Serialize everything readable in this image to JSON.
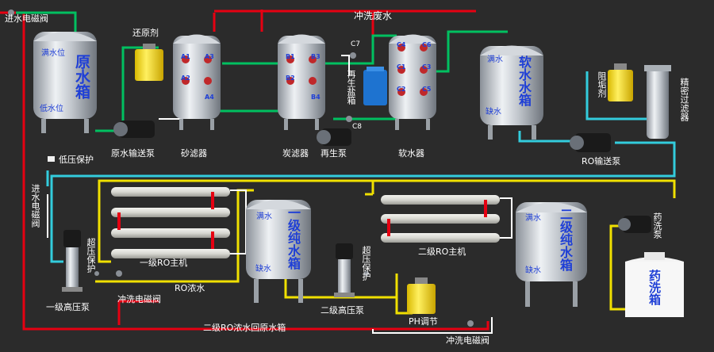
{
  "top": {
    "inlet_valve": "进水电磁阀",
    "flush_water": "冲洗废水"
  },
  "labels": {
    "reductant": "还原剂",
    "raw_pump": "原水输送泵",
    "sand_filter": "砂滤器",
    "carbon_filter": "炭滤器",
    "regen_pump": "再生泵",
    "softener": "软水器",
    "ro_pump": "RO输送泵",
    "low_pressure": "低压保护",
    "inlet_valve_v": "进水电磁阀",
    "first_hp_pump": "一级高压泵",
    "overpressure": "超压保护",
    "overpressure2": "超压保护",
    "flush_valve": "冲洗电磁阀",
    "ro_conc": "RO浓水",
    "first_ro": "一级RO主机",
    "second_hp_pump": "二级高压泵",
    "ph_adjust": "PH调节",
    "second_ro": "二级RO主机",
    "flush_valve2": "冲洗电磁阀",
    "return_line": "二级RO浓水回原水箱",
    "antiscalant": "阻垢剂",
    "precision_filter": "精密过滤器",
    "regen_tank": "再生盐箱",
    "clean_pump": "药洗泵",
    "c7": "C7",
    "c8": "C8"
  },
  "tanks": {
    "raw": {
      "name": "原水箱",
      "full": "满水位",
      "low": "低水位"
    },
    "soft": {
      "name": "软水水箱",
      "full": "满水",
      "low": "缺水"
    },
    "pure1": {
      "name": "一级纯水箱",
      "full": "满水",
      "low": "缺水"
    },
    "pure2": {
      "name": "二级纯水箱",
      "full": "满水",
      "low": "缺水"
    },
    "clean": {
      "name": "药洗箱"
    }
  },
  "valves": {
    "sand": [
      "A1",
      "A2",
      "A3",
      "A4"
    ],
    "carbon": [
      "B1",
      "B2",
      "B3",
      "B4"
    ],
    "soft": [
      "C1",
      "C2",
      "C3",
      "C4",
      "C5",
      "C6"
    ]
  },
  "colors": {
    "bg": "#2b2b2b",
    "raw": "#e60012",
    "treated": "#00c060",
    "conc": "#f0e000",
    "soft": "#33ccdd",
    "steel": "#c8ccd2",
    "label_blue": "#1f3fd6"
  }
}
